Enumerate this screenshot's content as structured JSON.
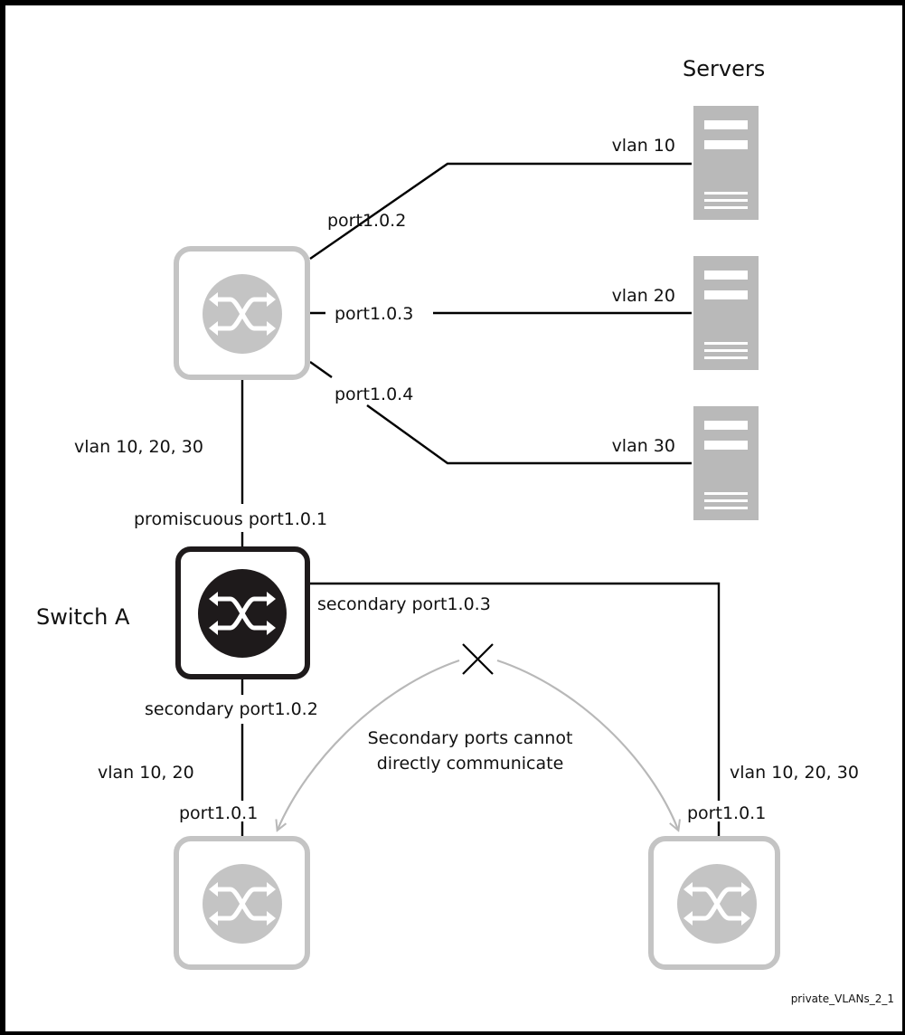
{
  "servers_heading": "Servers",
  "switch_a_label": "Switch A",
  "server_vlans": [
    "vlan 10",
    "vlan 20",
    "vlan 30"
  ],
  "top_switch_ports": [
    "port1.0.2",
    "port1.0.3",
    "port1.0.4"
  ],
  "uplink_vlan": "vlan 10, 20, 30",
  "promiscuous_port": "promiscuous port1.0.1",
  "secondary_port_right": "secondary port1.0.3",
  "secondary_port_left": "secondary port1.0.2",
  "left_link_vlan": "vlan 10, 20",
  "right_link_vlan": "vlan 10, 20, 30",
  "left_switch_port": "port1.0.1",
  "right_switch_port": "port1.0.1",
  "note_line1": "Secondary ports cannot",
  "note_line2": "directly communicate",
  "figure_id": "private_VLANs_2_1",
  "colors": {
    "inactive_switch": "#c4c4c4",
    "server": "#b9b9b9",
    "active_switch": "#1e1a1b",
    "arrow": "#b8b8b8"
  }
}
